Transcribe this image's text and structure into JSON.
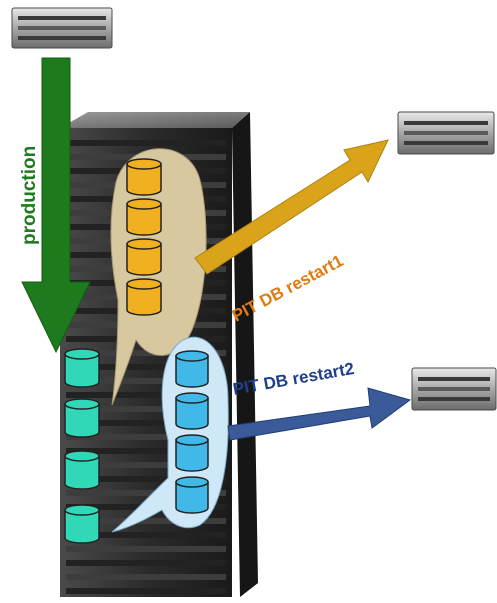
{
  "labels": {
    "production": "production",
    "restart1": "PIT DB restart1",
    "restart2": "PIT DB restart2"
  },
  "colors": {
    "production_arrow": "#1d7a1d",
    "restart1_arrow": "#d9a41a",
    "restart1_text": "#e07b12",
    "restart2_arrow": "#3a5a9a",
    "restart2_text": "#1f3f8a",
    "copy1_bubble": "#d8c8a0",
    "copy2_bubble": "#cfe8f7",
    "production_disk": "#30d8b8",
    "copy1_disk": "#f0b020",
    "copy2_disk": "#40b8e8",
    "rack": "#2a2a2a"
  },
  "icons": {
    "server": "server-icon",
    "storage": "storage-array-icon",
    "disk": "database-disk-icon"
  }
}
